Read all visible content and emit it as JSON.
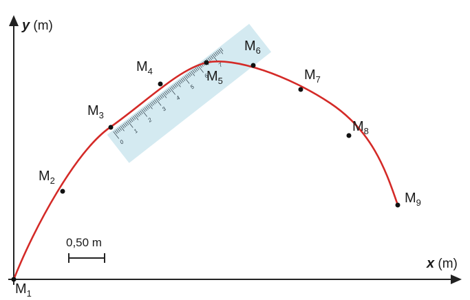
{
  "axes": {
    "x": {
      "var": "x",
      "unit": " (m)"
    },
    "y": {
      "var": "y",
      "unit": " (m)"
    }
  },
  "scale_bar": {
    "label": "0,50 m"
  },
  "trajectory_color": "#d42a27",
  "ruler": {
    "color": "#cde6ee",
    "numbers": [
      "0",
      "1",
      "2",
      "3",
      "4",
      "5",
      "6",
      "7"
    ]
  },
  "points": [
    {
      "letter": "M",
      "index": "1"
    },
    {
      "letter": "M",
      "index": "2"
    },
    {
      "letter": "M",
      "index": "3"
    },
    {
      "letter": "M",
      "index": "4"
    },
    {
      "letter": "M",
      "index": "5"
    },
    {
      "letter": "M",
      "index": "6"
    },
    {
      "letter": "M",
      "index": "7"
    },
    {
      "letter": "M",
      "index": "8"
    },
    {
      "letter": "M",
      "index": "9"
    }
  ]
}
